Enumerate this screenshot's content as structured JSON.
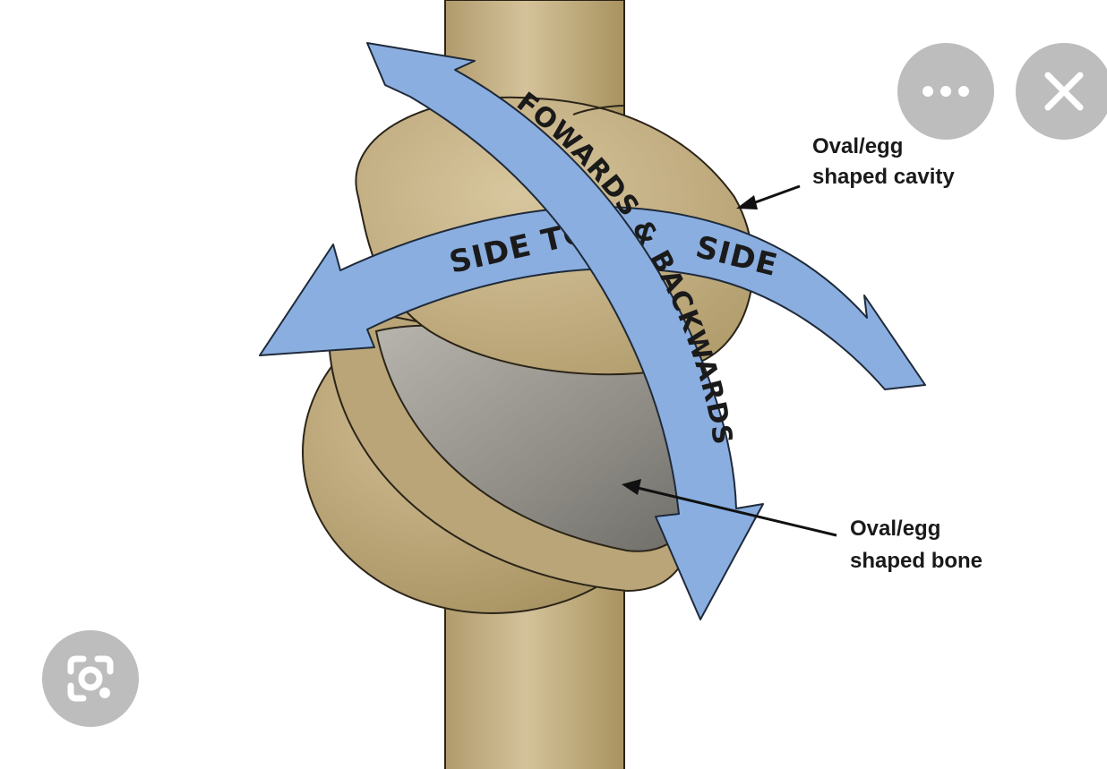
{
  "diagram": {
    "arrow_horizontal": {
      "left_text": "SIDE TO",
      "right_text": "SIDE"
    },
    "arrow_vertical": {
      "text": "FOWARDS & BACKWARDS"
    },
    "callout_cavity": {
      "line1": "Oval/egg",
      "line2": "shaped cavity"
    },
    "callout_bone": {
      "line1": "Oval/egg",
      "line2": "shaped bone"
    }
  },
  "overlay": {
    "more_icon": "more-horizontal-icon",
    "close_icon": "close-icon",
    "lens_icon": "visual-search-icon"
  },
  "colors": {
    "bone": "#c8b48a",
    "bone_dark": "#a8935f",
    "cartilage": "#9a9890",
    "arrow": "#8aaee0",
    "button_bg": "#bdbdbd"
  }
}
